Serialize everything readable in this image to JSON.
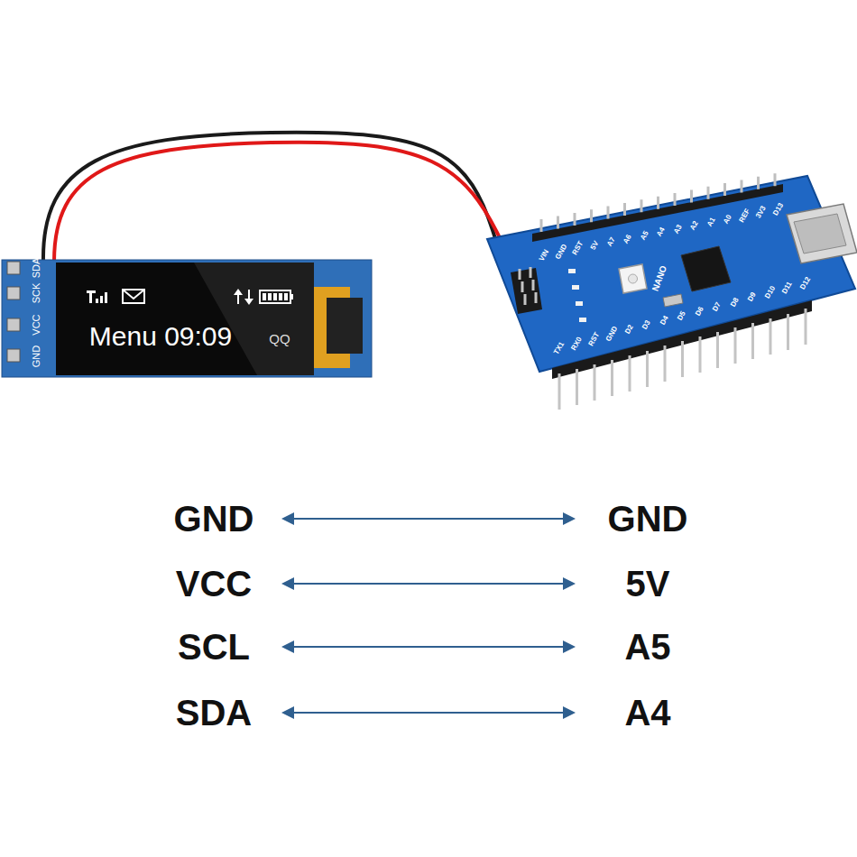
{
  "diagram": {
    "labels": [
      "GND",
      "VCC",
      "SCK",
      "SDA",
      "Menu 09:09",
      "QQ",
      "VIN",
      "GND",
      "RST",
      "5V",
      "A7",
      "A6",
      "A5",
      "A4",
      "A3",
      "A2",
      "A1",
      "A0",
      "REF",
      "3V3",
      "D13",
      "TX1",
      "RX0",
      "RST",
      "GND",
      "D2",
      "D3",
      "D4",
      "D5",
      "D6",
      "D7",
      "D8",
      "D9",
      "D10",
      "D11",
      "D12",
      "NANO",
      "GND",
      "GND",
      "VCC",
      "5V",
      "SCL",
      "A5",
      "SDA",
      "A4"
    ]
  }
}
